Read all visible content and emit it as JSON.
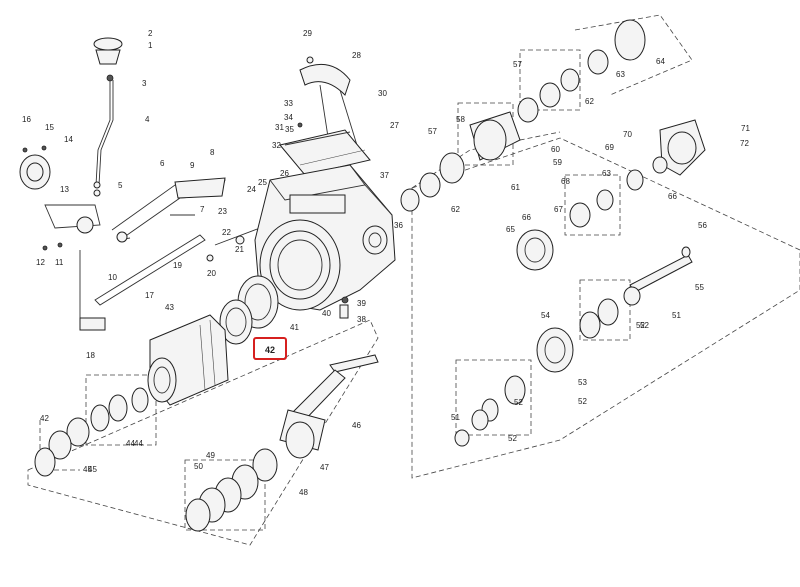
{
  "diagram": {
    "highlight_label": "42",
    "highlight_color": "#d6201f",
    "callouts": [
      "1",
      "2",
      "3",
      "4",
      "5",
      "6",
      "7",
      "8",
      "9",
      "10",
      "11",
      "12",
      "13",
      "14",
      "15",
      "16",
      "17",
      "18",
      "19",
      "20",
      "21",
      "22",
      "23",
      "24",
      "25",
      "26",
      "27",
      "28",
      "29",
      "30",
      "31",
      "32",
      "33",
      "34",
      "35",
      "36",
      "37",
      "38",
      "39",
      "40",
      "41",
      "42",
      "43",
      "44",
      "45",
      "46",
      "47",
      "48",
      "49",
      "50",
      "51",
      "52",
      "53",
      "54",
      "55",
      "56",
      "57",
      "58",
      "59",
      "60",
      "61",
      "62",
      "63",
      "64",
      "65",
      "66",
      "67",
      "68",
      "69",
      "70",
      "71",
      "72"
    ],
    "extra_callouts": [
      "42",
      "44",
      "45",
      "51",
      "52",
      "52",
      "52",
      "52",
      "57",
      "62",
      "63",
      "66"
    ]
  }
}
